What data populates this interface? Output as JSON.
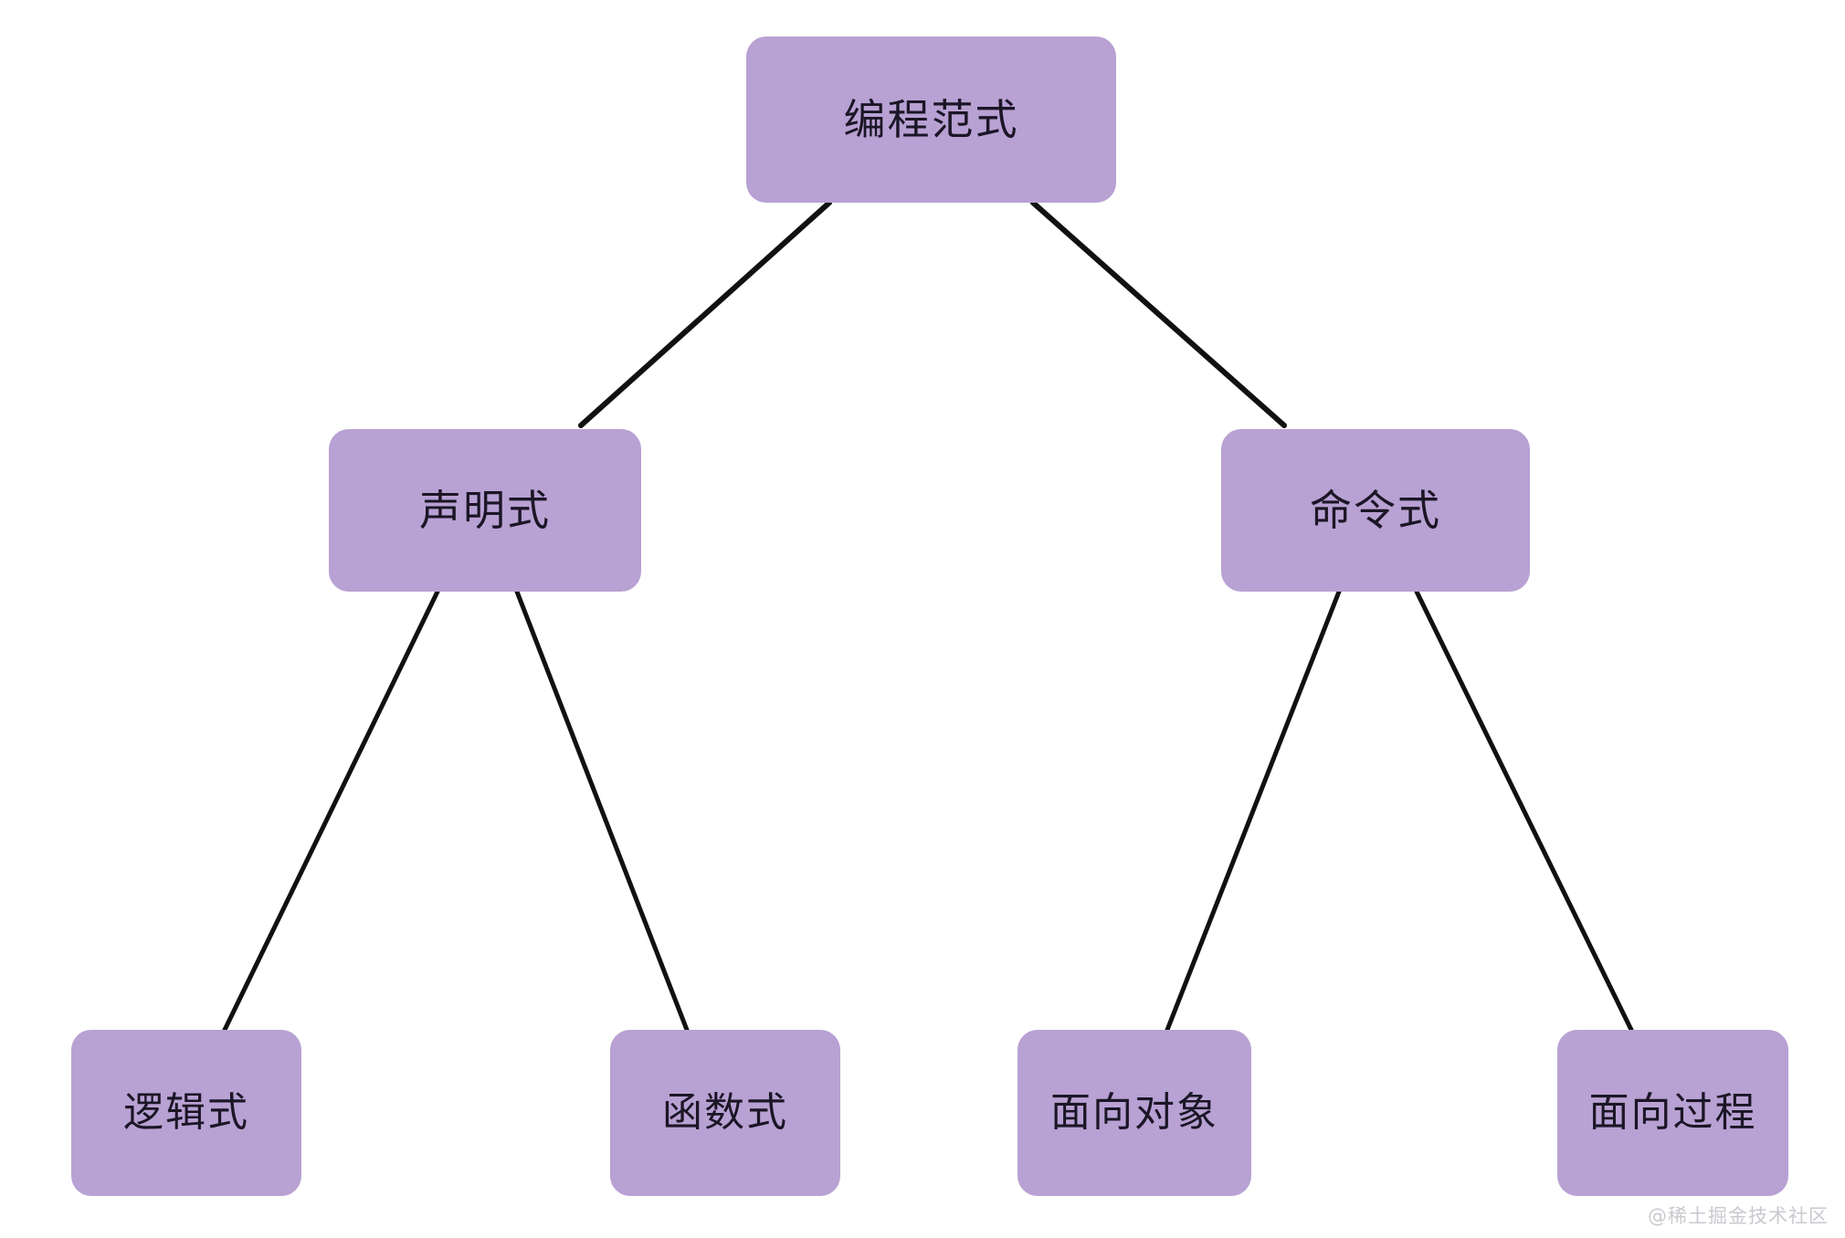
{
  "diagram": {
    "title": "编程范式",
    "type": "tree",
    "background_color": "#ffffff",
    "node_fill_color": "#b8a1d3",
    "node_text_color": "#1b1626",
    "edge_color": "#111111",
    "nodes": [
      {
        "id": "root",
        "label": "编程范式",
        "level": 0
      },
      {
        "id": "declarative",
        "label": "声明式",
        "level": 1
      },
      {
        "id": "imperative",
        "label": "命令式",
        "level": 1
      },
      {
        "id": "logic",
        "label": "逻辑式",
        "level": 2
      },
      {
        "id": "functional",
        "label": "函数式",
        "level": 2
      },
      {
        "id": "oop",
        "label": "面向对象",
        "level": 2
      },
      {
        "id": "procedural",
        "label": "面向过程",
        "level": 2
      }
    ],
    "edges": [
      {
        "from": "root",
        "to": "declarative"
      },
      {
        "from": "root",
        "to": "imperative"
      },
      {
        "from": "declarative",
        "to": "logic"
      },
      {
        "from": "declarative",
        "to": "functional"
      },
      {
        "from": "imperative",
        "to": "oop"
      },
      {
        "from": "imperative",
        "to": "procedural"
      }
    ]
  },
  "watermark": {
    "text": "@稀土掘金技术社区"
  }
}
